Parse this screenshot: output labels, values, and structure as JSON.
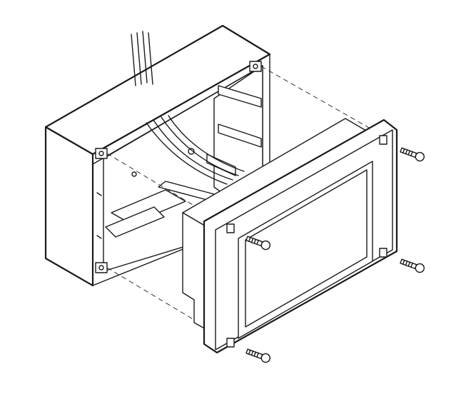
{
  "diagram": {
    "labels": [],
    "colors": {
      "line": "#1a1a1a",
      "background": "#ffffff"
    },
    "parts": [
      "back-box",
      "cable-bundle",
      "front-panel",
      "screen-window",
      "mounting-screws"
    ]
  }
}
